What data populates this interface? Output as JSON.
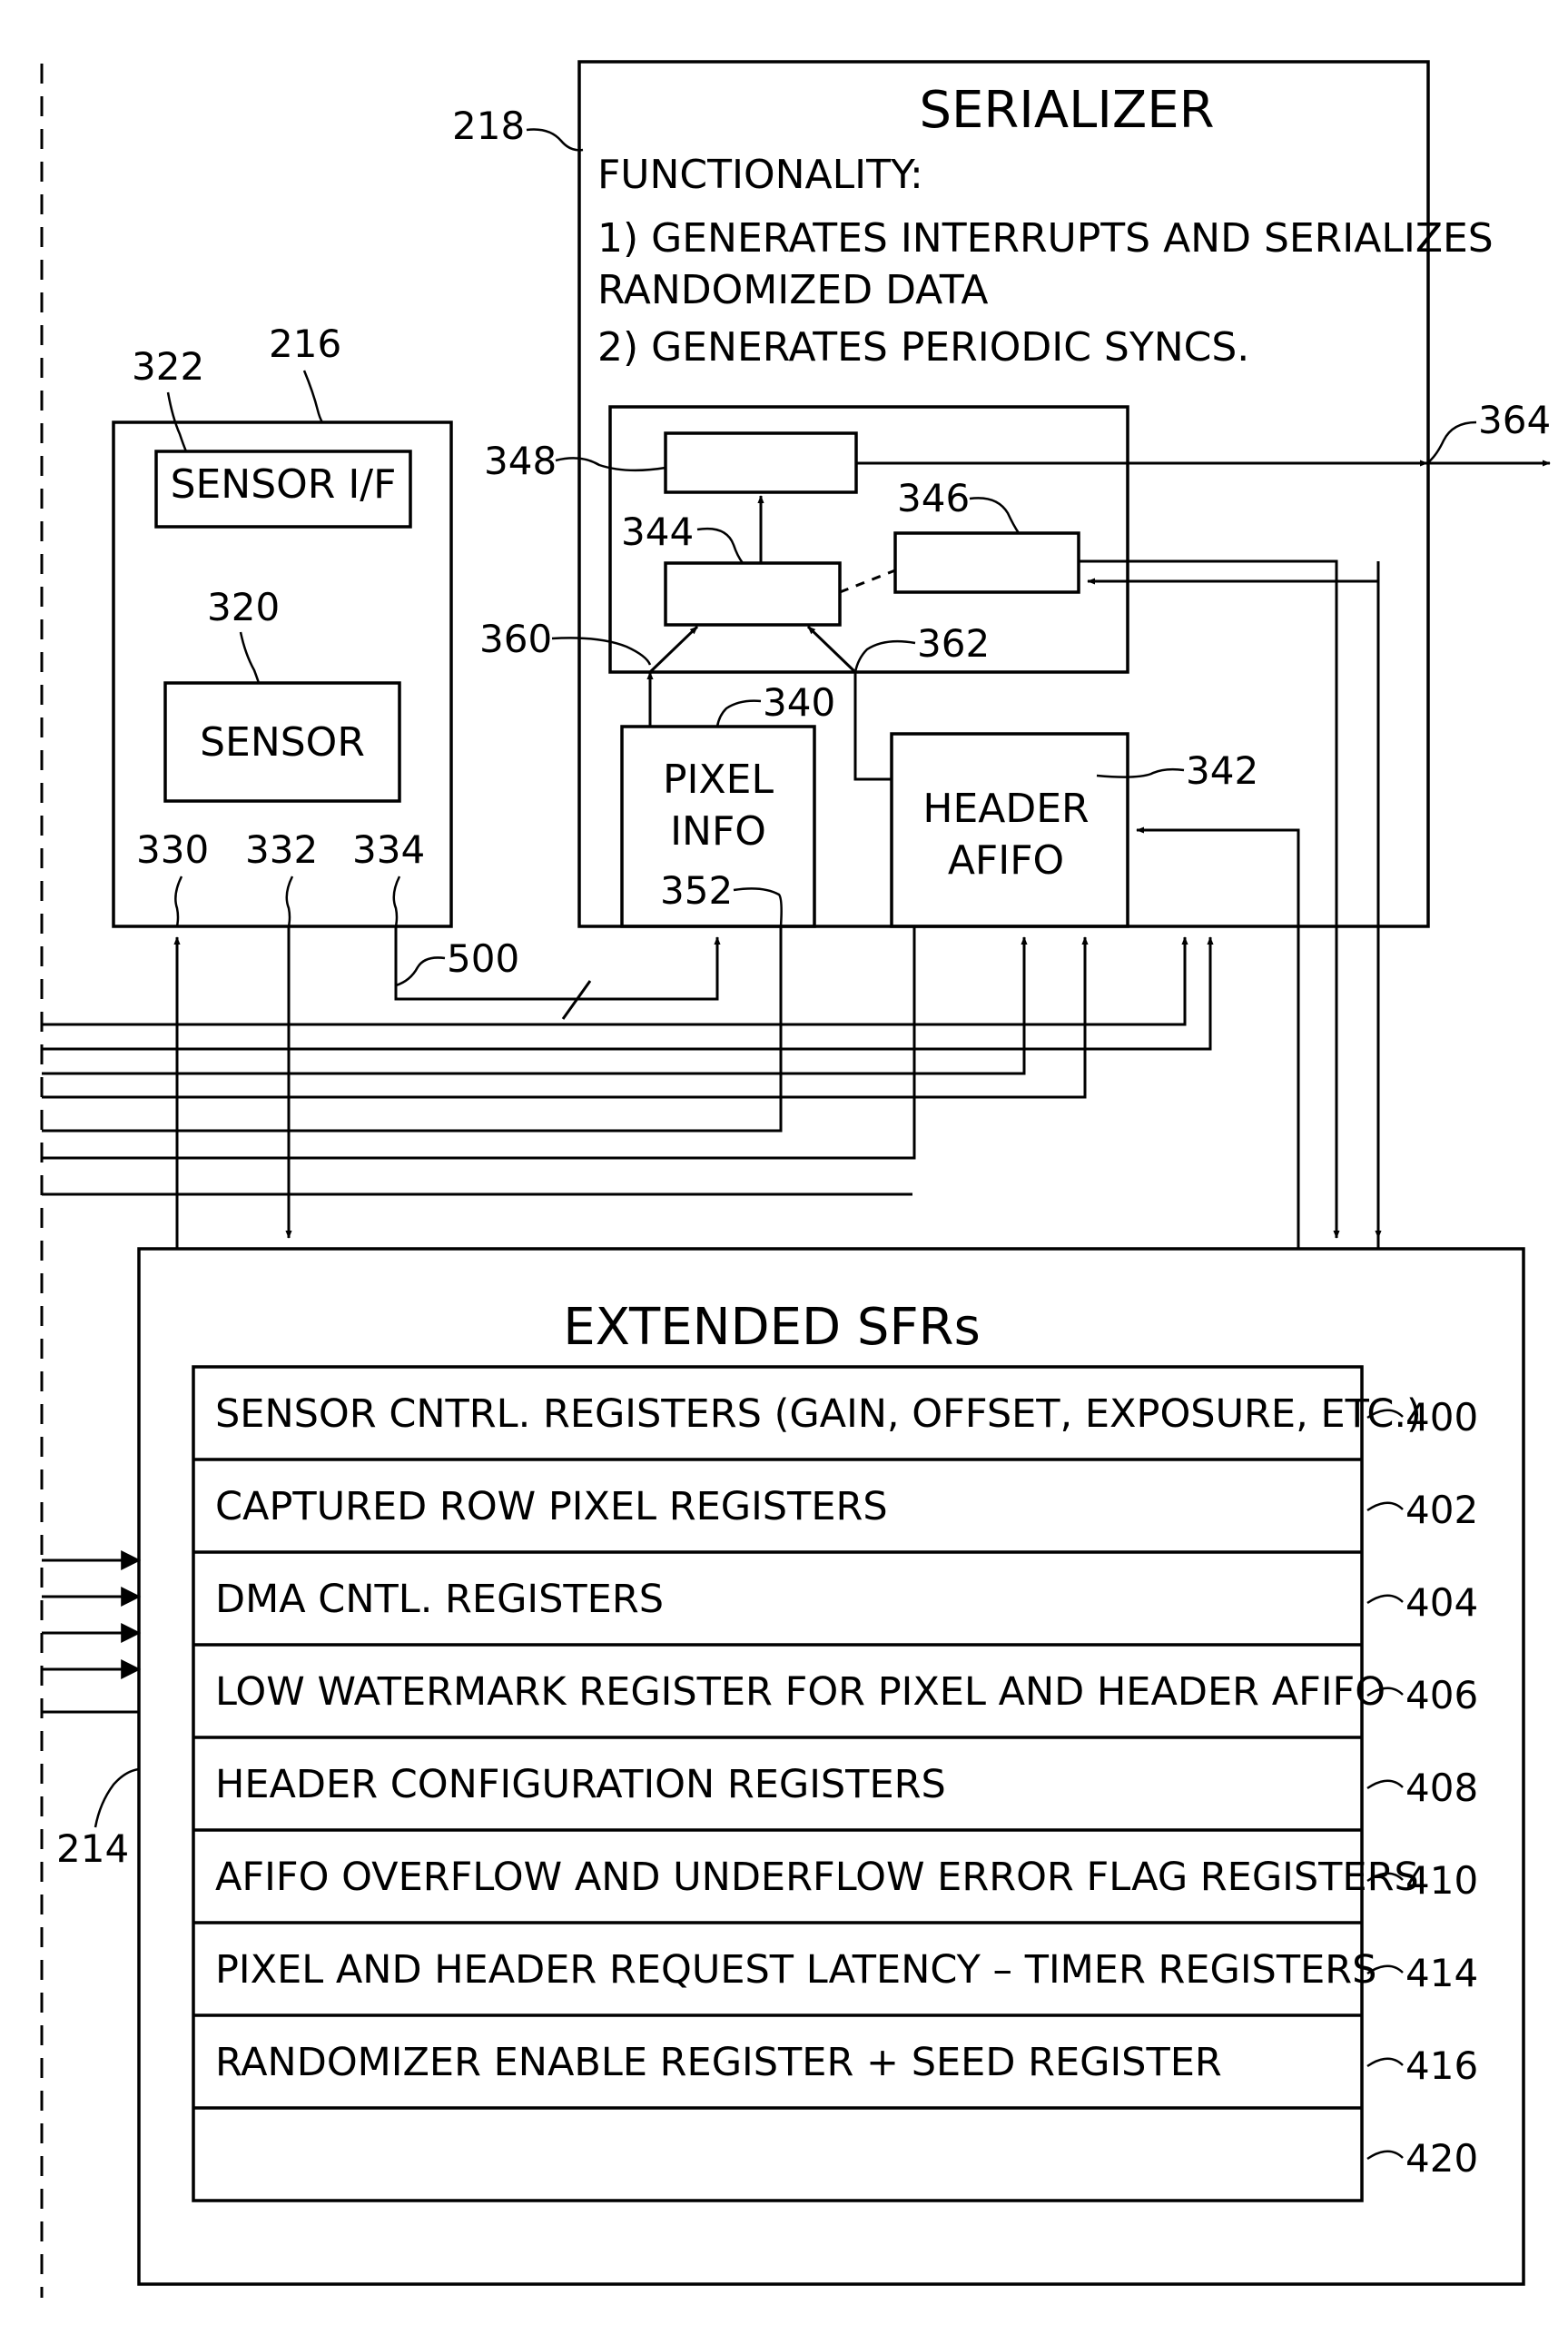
{
  "serializer": {
    "ref": "218",
    "title": "SERIALIZER",
    "functionality_heading": "FUNCTIONALITY:",
    "lines": [
      "1) GENERATES INTERRUPTS AND SERIALIZES",
      "RANDOMIZED DATA",
      "2) GENERATES PERIODIC SYNCS."
    ],
    "inner_refs": {
      "block_348": "348",
      "block_344": "344",
      "block_346": "346",
      "input_360": "360",
      "input_362": "362",
      "output_364": "364"
    },
    "pixel_info": {
      "ref": "340",
      "line1": "PIXEL",
      "line2": "INFO",
      "sub_ref": "352"
    },
    "header_afifo": {
      "ref": "342",
      "line1": "HEADER",
      "line2": "AFIFO"
    }
  },
  "sensor_module": {
    "ref": "216",
    "interface_ref": "322",
    "interface_label": "SENSOR I/F",
    "sensor_ref": "320",
    "sensor_label": "SENSOR",
    "port_refs": [
      "330",
      "332",
      "334"
    ],
    "bus_ref": "500"
  },
  "sfr": {
    "ref": "214",
    "title": "EXTENDED SFRs",
    "registers": [
      {
        "label": "SENSOR CNTRL. REGISTERS (GAIN, OFFSET, EXPOSURE, ETC.)",
        "ref": "400"
      },
      {
        "label": "CAPTURED ROW PIXEL REGISTERS",
        "ref": "402"
      },
      {
        "label": "DMA CNTL. REGISTERS",
        "ref": "404"
      },
      {
        "label": "LOW WATERMARK REGISTER FOR PIXEL AND HEADER AFIFO",
        "ref": "406"
      },
      {
        "label": "HEADER CONFIGURATION REGISTERS",
        "ref": "408"
      },
      {
        "label": "AFIFO OVERFLOW AND UNDERFLOW ERROR FLAG REGISTERS",
        "ref": "410"
      },
      {
        "label": "PIXEL AND HEADER REQUEST LATENCY – TIMER REGISTERS",
        "ref": "414"
      },
      {
        "label": "RANDOMIZER ENABLE REGISTER + SEED REGISTER",
        "ref": "416"
      },
      {
        "label": "",
        "ref": "420"
      }
    ]
  }
}
